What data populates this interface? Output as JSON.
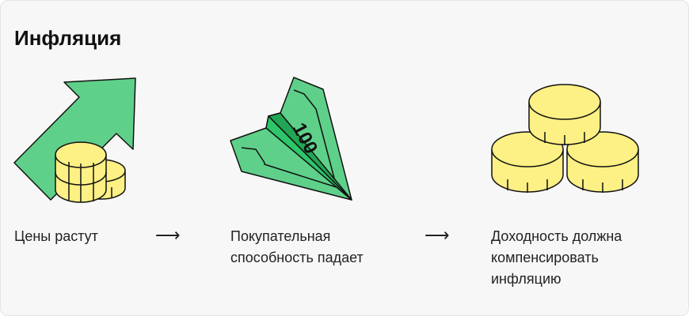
{
  "title": "Инфляция",
  "steps": [
    {
      "label": "Цены растут",
      "icon": "arrow-up-coins-icon"
    },
    {
      "label_lines": [
        "Покупательная",
        "способность падает"
      ],
      "icon": "money-plane-icon",
      "banknote_text": "100"
    },
    {
      "label_lines": [
        "Доходность должна",
        "компенсировать",
        "инфляцию"
      ],
      "icon": "coin-pile-icon"
    }
  ],
  "connector": "⟶",
  "colors": {
    "green": "#5fd08a",
    "dark_green": "#22a654",
    "coin": "#fdf084",
    "stroke": "#111111"
  }
}
